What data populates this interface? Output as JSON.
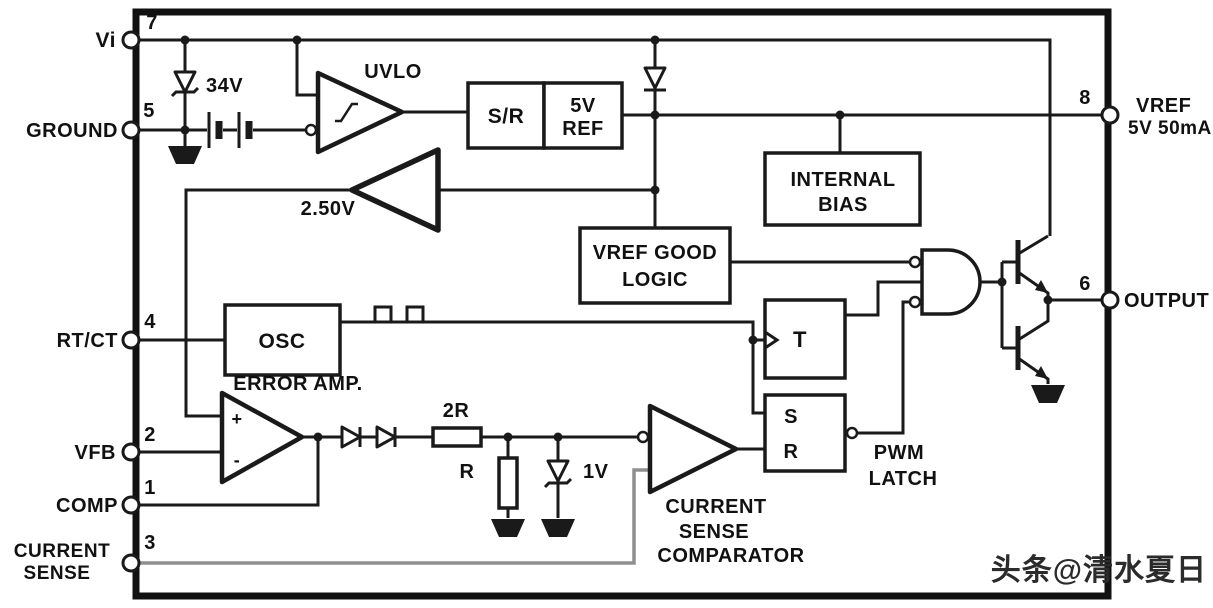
{
  "pins": {
    "vi": {
      "num": "7",
      "label": "Vi"
    },
    "ground": {
      "num": "5",
      "label": "GROUND"
    },
    "rtct": {
      "num": "4",
      "label": "RT/CT"
    },
    "vfb": {
      "num": "2",
      "label": "VFB"
    },
    "comp": {
      "num": "1",
      "label": "COMP"
    },
    "current_sense": {
      "num": "3",
      "line1": "CURRENT",
      "line2": "SENSE"
    },
    "vref": {
      "num": "8",
      "line1": "VREF",
      "line2": "5V 50mA"
    },
    "output": {
      "num": "6",
      "label": "OUTPUT"
    }
  },
  "blocks": {
    "uvlo": {
      "label": "UVLO"
    },
    "sr": {
      "label": "S/R"
    },
    "ref5v": {
      "line1": "5V",
      "line2": "REF"
    },
    "internal_bias": {
      "line1": "INTERNAL",
      "line2": "BIAS"
    },
    "vref_good": {
      "line1": "VREF GOOD",
      "line2": "LOGIC"
    },
    "osc": {
      "label": "OSC"
    },
    "toggle_ff": {
      "label": "T"
    },
    "pwm_latch": {
      "s": "S",
      "r": "R",
      "line1": "PWM",
      "line2": "LATCH"
    },
    "error_amp": {
      "label": "ERROR AMP.",
      "plus": "+",
      "minus": "-"
    },
    "ref_2v5": {
      "label": "2.50V"
    },
    "cs_comparator": {
      "line1": "CURRENT",
      "line2": "SENSE",
      "line3": "COMPARATOR"
    }
  },
  "components": {
    "zener_34v": "34V",
    "resistor_2r": "2R",
    "resistor_r": "R",
    "zener_1v": "1V"
  },
  "watermark": "头条@清水夏日",
  "colors": {
    "line": "#1a1a1a",
    "gray_wire": "#8f8f8f",
    "background": "#ffffff",
    "text": "#111111"
  }
}
